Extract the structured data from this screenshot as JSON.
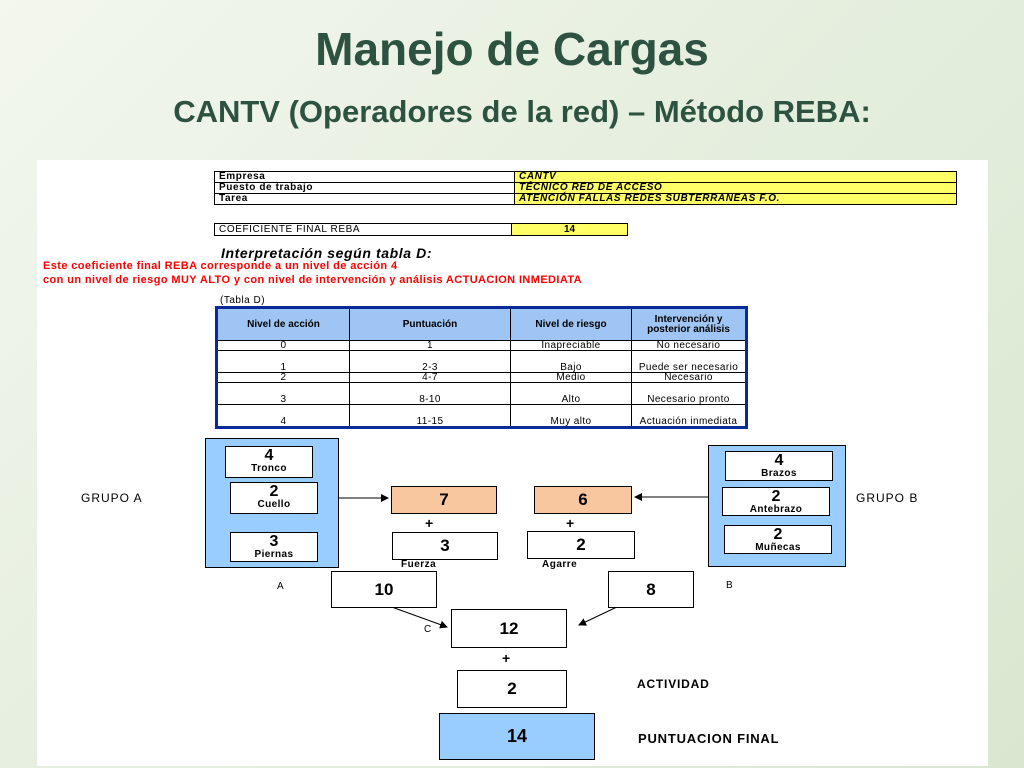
{
  "slide": {
    "title": "Manejo de Cargas",
    "subtitle": "CANTV (Operadores de la red) – Método REBA:"
  },
  "info": [
    {
      "label": "Empresa",
      "value": "CANTV"
    },
    {
      "label": "Puesto de trabajo",
      "value": "TÉCNICO RED DE ACCESO"
    },
    {
      "label": "Tarea",
      "value": "ATENCIÓN FALLAS REDES SUBTERRANEAS F.O."
    }
  ],
  "coeficiente": {
    "label": "COEFICIENTE FINAL REBA",
    "value": "14"
  },
  "interpretacion": {
    "heading": "Interpretación según tabla D:",
    "line1": "Este coeficiente final REBA corresponde a un nivel de acción 4",
    "line2": "con un nivel de riesgo MUY ALTO y con nivel de intervención y análisis ACTUACION INMEDIATA"
  },
  "tabla_d": {
    "caption": "(Tabla D)",
    "headers": [
      "Nivel de acción",
      "Puntuación",
      "Nivel de riesgo",
      "Intervención y posterior análisis"
    ],
    "rows": [
      [
        "0",
        "1",
        "Inapreciable",
        "No necesario"
      ],
      [
        "1",
        "2-3",
        "Bajo",
        "Puede ser necesario"
      ],
      [
        "2",
        "4-7",
        "Medio",
        "Necesario"
      ],
      [
        "3",
        "8-10",
        "Alto",
        "Necesario pronto"
      ],
      [
        "4",
        "11-15",
        "Muy alto",
        "Actuación inmediata"
      ]
    ]
  },
  "grupo_a": {
    "label": "GRUPO A",
    "items": [
      {
        "value": "4",
        "name": "Tronco"
      },
      {
        "value": "2",
        "name": "Cuello"
      },
      {
        "value": "3",
        "name": "Piernas"
      }
    ],
    "result": "7",
    "extra_value": "3",
    "extra_label": "Fuerza",
    "score_label": "A",
    "score": "10"
  },
  "grupo_b": {
    "label": "GRUPO B",
    "items": [
      {
        "value": "4",
        "name": "Brazos"
      },
      {
        "value": "2",
        "name": "Antebrazo"
      },
      {
        "value": "2",
        "name": "Muñecas"
      }
    ],
    "result": "6",
    "extra_value": "2",
    "extra_label": "Agarre",
    "score_label": "B",
    "score": "8"
  },
  "plus": "+",
  "tabla_c": {
    "label": "C",
    "value": "12"
  },
  "actividad": {
    "label": "ACTIVIDAD",
    "value": "2"
  },
  "final": {
    "label": "PUNTUACION FINAL",
    "value": "14"
  },
  "colors": {
    "title": "#2d5240",
    "panel_blue": "#99ccff",
    "header_yellow": "#ffff66",
    "result_orange": "#f9c79f",
    "warning_red": "#ff0000",
    "table_border": "#0b2a9a"
  }
}
